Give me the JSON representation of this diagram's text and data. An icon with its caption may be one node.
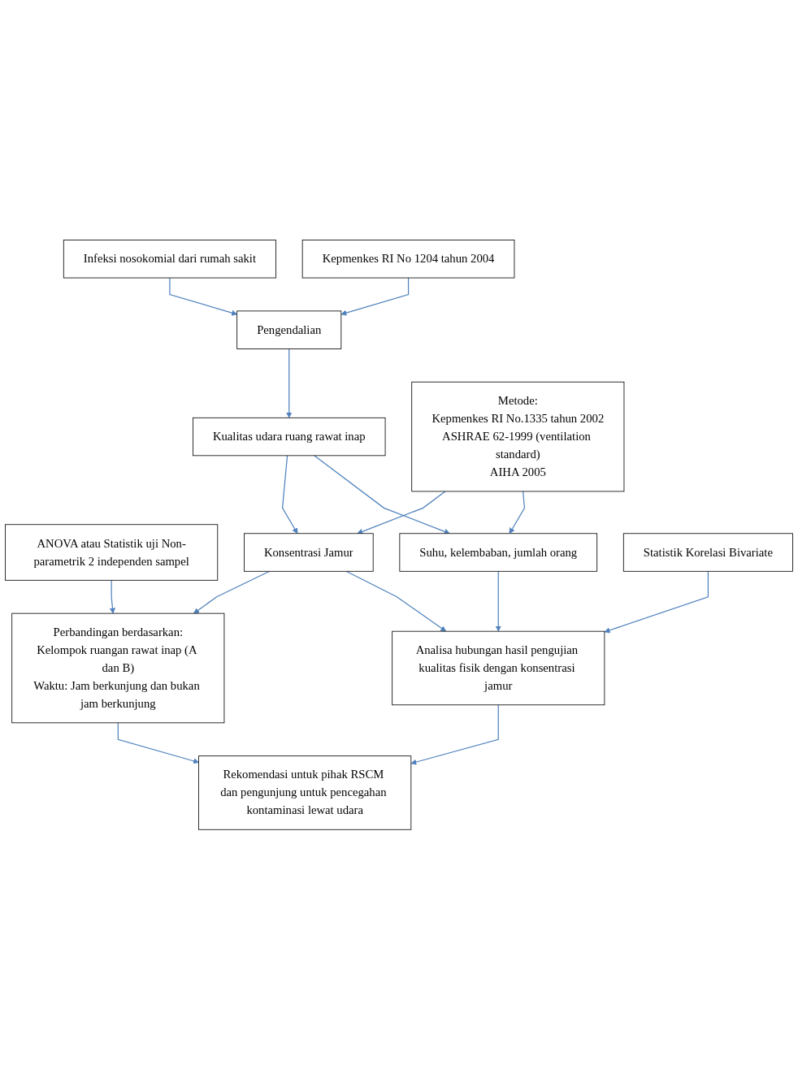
{
  "diagram": {
    "nodes": [
      {
        "text": [
          "Infeksi nosokomial dari rumah sakit"
        ]
      },
      {
        "text": [
          "Kepmenkes RI No 1204 tahun 2004"
        ]
      },
      {
        "text": [
          "Pengendalian"
        ]
      },
      {
        "text": [
          "Kualitas udara ruang rawat inap"
        ]
      },
      {
        "text": [
          "Metode:",
          "Kepmenkes RI No.1335 tahun 2002",
          "ASHRAE 62-1999 (ventilation standard)",
          "AIHA 2005"
        ]
      },
      {
        "text": [
          "ANOVA atau Statistik uji Non-parametrik 2 independen sampel"
        ]
      },
      {
        "text": [
          "Konsentrasi Jamur"
        ]
      },
      {
        "text": [
          "Suhu, kelembaban, jumlah orang"
        ]
      },
      {
        "text": [
          "Perbandingan berdasarkan:",
          "Kelompok ruangan rawat inap (A dan B)",
          "Waktu: Jam berkunjung dan bukan jam berkunjung"
        ]
      },
      {
        "text": [
          "Analisa hubungan hasil pengujian kualitas fisik dengan konsentrasi jamur"
        ]
      },
      {
        "text": [
          "Statistik Korelasi Bivariate"
        ]
      },
      {
        "text": [
          "Rekomendasi untuk pihak RSCM dan pengunjung untuk pencegahan kontaminasi lewat udara"
        ]
      }
    ],
    "edges": [
      {
        "from": 0,
        "to": 2,
        "arrow": "to"
      },
      {
        "from": 1,
        "to": 2,
        "arrow": "to"
      },
      {
        "from": 2,
        "to": 3,
        "arrow": "to"
      },
      {
        "from": 3,
        "to": 6,
        "arrow": "to"
      },
      {
        "from": 3,
        "to": 7,
        "arrow": "to"
      },
      {
        "from": 4,
        "to": 6,
        "arrow": "to"
      },
      {
        "from": 4,
        "to": 7,
        "arrow": "to"
      },
      {
        "from": 5,
        "to": 8,
        "arrow": "to"
      },
      {
        "from": 6,
        "to": 8,
        "arrow": "to"
      },
      {
        "from": 6,
        "to": 9,
        "arrow": "to"
      },
      {
        "from": 7,
        "to": 9,
        "arrow": "to"
      },
      {
        "from": 10,
        "to": 9,
        "arrow": "to"
      },
      {
        "from": 9,
        "to": 11,
        "arrow": "to"
      },
      {
        "from": 8,
        "to": 11,
        "arrow": "to"
      }
    ]
  }
}
